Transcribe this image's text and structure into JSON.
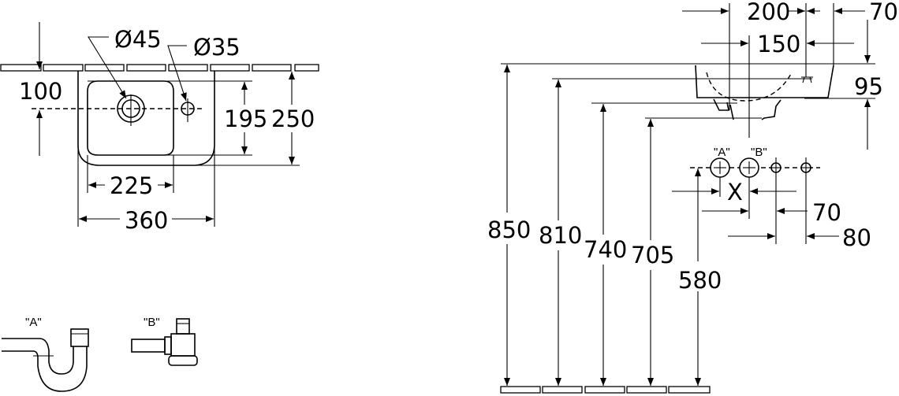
{
  "plan_view": {
    "drain_diameter": "Ø45",
    "tap_hole_diameter": "Ø35",
    "wall_to_centerline": "100",
    "bowl_depth": "195",
    "total_depth": "250",
    "bowl_width": "225",
    "total_width": "360"
  },
  "trap_options": {
    "a_label": "\"A\"",
    "b_label": "\"B\""
  },
  "side_view": {
    "dim_200": "200",
    "dim_70_top": "70",
    "dim_150": "150",
    "dim_95": "95",
    "height_850": "850",
    "height_810": "810",
    "height_740": "740",
    "height_705": "705",
    "height_580": "580",
    "outlet_a_label": "\"A\"",
    "outlet_b_label": "\"B\"",
    "dim_x": "X",
    "dim_70_outlet": "70",
    "dim_80": "80"
  }
}
